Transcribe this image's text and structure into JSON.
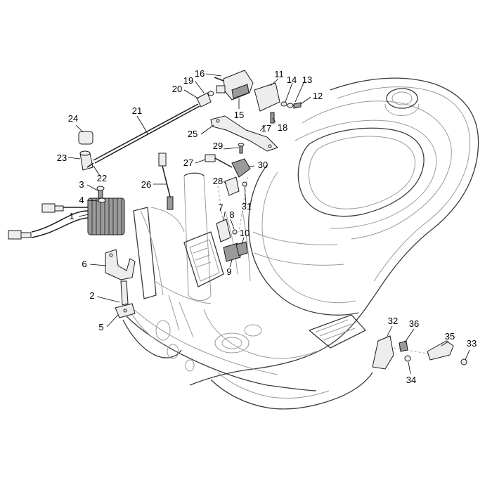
{
  "callouts": [
    {
      "id": "c1",
      "text": "1"
    },
    {
      "id": "c2",
      "text": "2"
    },
    {
      "id": "c3",
      "text": "3"
    },
    {
      "id": "c4",
      "text": "4"
    },
    {
      "id": "c5",
      "text": "5"
    },
    {
      "id": "c6",
      "text": "6"
    },
    {
      "id": "c7",
      "text": "7"
    },
    {
      "id": "c8",
      "text": "8"
    },
    {
      "id": "c9",
      "text": "9"
    },
    {
      "id": "c10",
      "text": "10"
    },
    {
      "id": "c11",
      "text": "11"
    },
    {
      "id": "c12",
      "text": "12"
    },
    {
      "id": "c13",
      "text": "13"
    },
    {
      "id": "c14",
      "text": "14"
    },
    {
      "id": "c15",
      "text": "15"
    },
    {
      "id": "c16",
      "text": "16"
    },
    {
      "id": "c17",
      "text": "17"
    },
    {
      "id": "c18",
      "text": "18"
    },
    {
      "id": "c19",
      "text": "19"
    },
    {
      "id": "c20",
      "text": "20"
    },
    {
      "id": "c21",
      "text": "21"
    },
    {
      "id": "c22",
      "text": "22"
    },
    {
      "id": "c23",
      "text": "23"
    },
    {
      "id": "c24",
      "text": "24"
    },
    {
      "id": "c25",
      "text": "25"
    },
    {
      "id": "c26",
      "text": "26"
    },
    {
      "id": "c27",
      "text": "27"
    },
    {
      "id": "c28",
      "text": "28"
    },
    {
      "id": "c29",
      "text": "29"
    },
    {
      "id": "c30",
      "text": "30"
    },
    {
      "id": "c31",
      "text": "31"
    },
    {
      "id": "c32",
      "text": "32"
    },
    {
      "id": "c33",
      "text": "33"
    },
    {
      "id": "c34",
      "text": "34"
    },
    {
      "id": "c35",
      "text": "35"
    },
    {
      "id": "c36",
      "text": "36"
    }
  ]
}
